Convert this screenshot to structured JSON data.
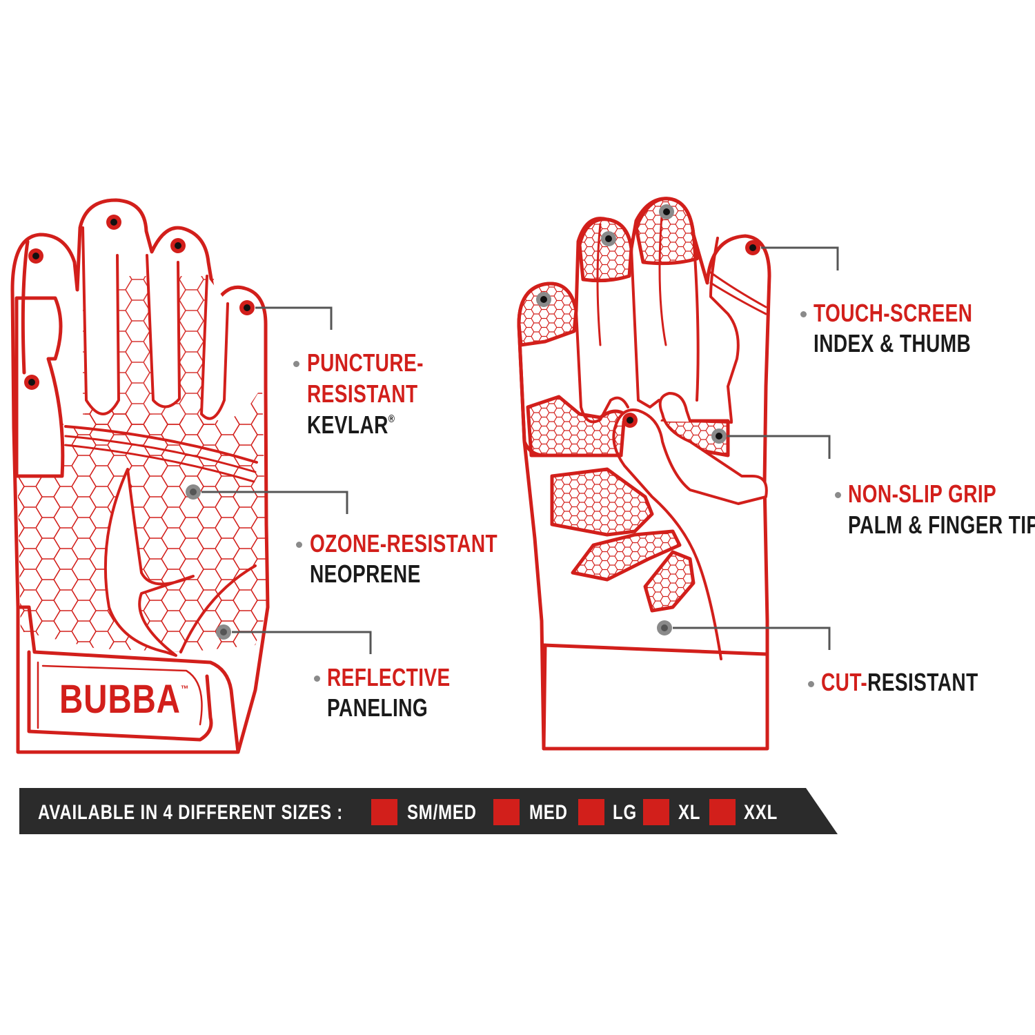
{
  "callouts": {
    "puncture": {
      "title_1": "PUNCTURE-",
      "title_2": "RESISTANT",
      "sub": "KEVLAR",
      "sub_mark": "®"
    },
    "ozone": {
      "title": "OZONE-RESISTANT",
      "sub": "NEOPRENE"
    },
    "reflective": {
      "title": "REFLECTIVE",
      "sub": "PANELING"
    },
    "touch": {
      "title": "TOUCH-SCREEN",
      "sub": "INDEX & THUMB"
    },
    "grip": {
      "title": "NON-SLIP GRIP",
      "sub": "PALM & FINGER TIPS"
    },
    "cut": {
      "title_red": "CUT-",
      "title_black": "RESISTANT"
    }
  },
  "logo": {
    "text": "BUBBA",
    "mark": "™"
  },
  "sizes_banner": {
    "heading": "AVAILABLE IN 4 DIFFERENT SIZES :",
    "sizes": [
      "SM/MED",
      "MED",
      "LG",
      "XL",
      "XXL"
    ]
  },
  "colors": {
    "accent_red": "#d21f1b",
    "banner_dark": "#2b2b2b",
    "leader_gray": "#555555"
  }
}
